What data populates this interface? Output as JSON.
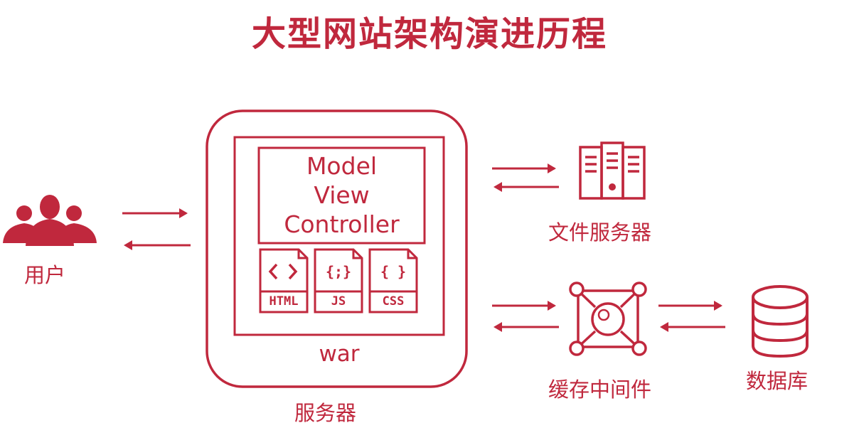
{
  "title": "大型网站架构演进历程",
  "user": {
    "label": "用户",
    "icon": "users-icon"
  },
  "server": {
    "label": "服务器",
    "war_label": "war",
    "mvc": [
      "Model",
      "View",
      "Controller"
    ],
    "files": [
      {
        "glyph": "< >",
        "label": "HTML",
        "icon": "html-file-icon"
      },
      {
        "glyph": "{;}",
        "label": "JS",
        "icon": "js-file-icon"
      },
      {
        "glyph": "{ }",
        "label": "CSS",
        "icon": "css-file-icon"
      }
    ]
  },
  "file_server": {
    "label": "文件服务器",
    "icon": "server-rack-icon"
  },
  "cache": {
    "label": "缓存中间件",
    "icon": "cache-node-icon"
  },
  "database": {
    "label": "数据库",
    "icon": "database-icon"
  },
  "colors": {
    "accent": "#c0283d",
    "background": "#ffffff"
  }
}
